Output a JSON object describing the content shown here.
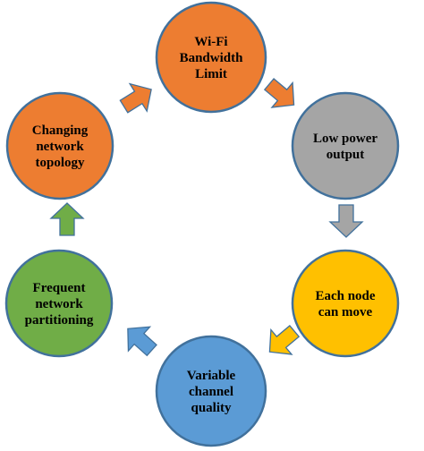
{
  "colors": {
    "orange": "#ED7D31",
    "gray": "#A5A5A5",
    "yellow": "#FFC000",
    "blue": "#5B9BD5",
    "green": "#70AD47",
    "outline": "#41719C"
  },
  "nodes": [
    {
      "id": "wifi-bandwidth",
      "lines": [
        "Wi-Fi",
        "Bandwidth",
        "Limit"
      ],
      "color": "orange"
    },
    {
      "id": "low-power",
      "lines": [
        "Low power",
        "output"
      ],
      "color": "gray"
    },
    {
      "id": "node-move",
      "lines": [
        "Each node",
        "can move"
      ],
      "color": "yellow"
    },
    {
      "id": "channel-quality",
      "lines": [
        "Variable",
        "channel",
        "quality"
      ],
      "color": "blue"
    },
    {
      "id": "partitioning",
      "lines": [
        "Frequent",
        "network",
        "partitioning"
      ],
      "color": "green"
    },
    {
      "id": "topology",
      "lines": [
        "Changing",
        "network",
        "topology"
      ],
      "color": "orange"
    }
  ],
  "arrows": [
    {
      "id": "wifi-to-lowpower",
      "color": "orange",
      "direction_icon": "arrow-down-right-icon"
    },
    {
      "id": "lowpower-to-nodemove",
      "color": "gray",
      "direction_icon": "arrow-down-icon"
    },
    {
      "id": "nodemove-to-channel",
      "color": "yellow",
      "direction_icon": "arrow-down-left-icon"
    },
    {
      "id": "channel-to-partitioning",
      "color": "blue",
      "direction_icon": "arrow-up-left-icon"
    },
    {
      "id": "partitioning-to-topology",
      "color": "green",
      "direction_icon": "arrow-up-icon"
    },
    {
      "id": "topology-to-wifi",
      "color": "orange",
      "direction_icon": "arrow-right-icon"
    }
  ]
}
